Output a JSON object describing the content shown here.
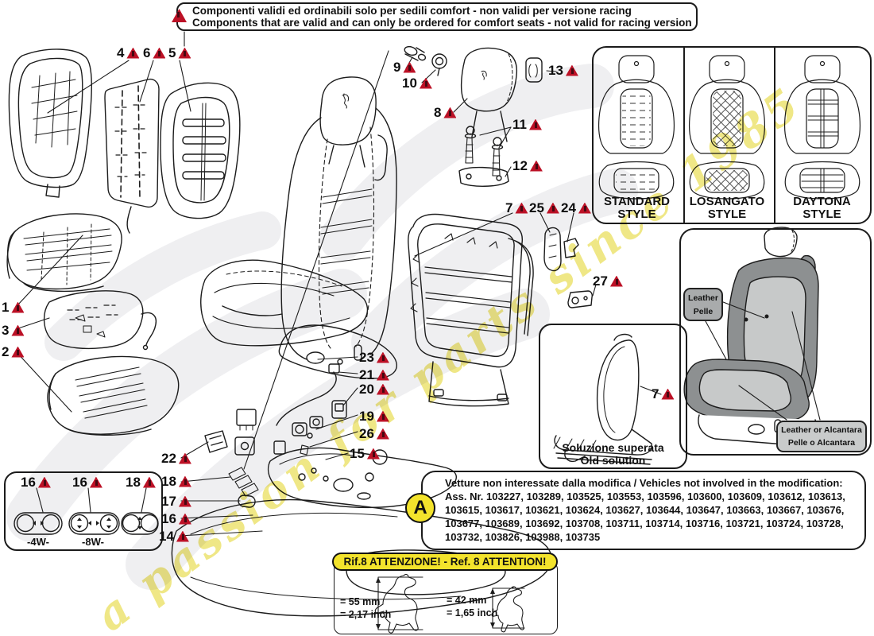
{
  "banner": {
    "line1": "Componenti validi ed ordinabili solo per sedili comfort - non validi per versione racing",
    "line2": "Components that are valid and can only be ordered for comfort seats - not valid for racing version"
  },
  "styles_box": {
    "standard_line1": "STANDARD",
    "standard_line2": "STYLE",
    "losangato_line1": "LOSANGATO",
    "losangato_line2": "STYLE",
    "daytona_line1": "DAYTONA",
    "daytona_line2": "STYLE"
  },
  "leather_box": {
    "label_dark_line1": "Leather",
    "label_dark_line2": "Pelle",
    "label_light_line1": "Leather or Alcantara",
    "label_light_line2": "Pelle o Alcantara"
  },
  "old_solution_box": {
    "title_line1": "Soluzione superata",
    "title_line2": "Old solution"
  },
  "modification_box": {
    "marker": "A",
    "lines": [
      "Vetture non interessate dalla modifica / Vehicles not involved in the modification:",
      "Ass. Nr. 103227, 103289, 103525, 103553, 103596, 103600, 103609, 103612, 103613,",
      "103615, 103617, 103621, 103624, 103627, 103644, 103647, 103663, 103667, 103676,",
      "103677, 103689, 103692, 103708, 103711, 103714, 103716, 103721, 103724, 103728,",
      "103732, 103826, 103988, 103735"
    ]
  },
  "attention_banner": {
    "text": "Rif.8 ATTENZIONE! - Ref. 8 ATTENTION!"
  },
  "measurements": {
    "m1_line1": "= 55 mm",
    "m1_line2": "= 2,17 inch",
    "m2_line1": "= 42 mm",
    "m2_line2": "= 1,65 inch"
  },
  "switch_box": {
    "cap_4w": "-4W-",
    "cap_8w": "-8W-"
  },
  "callouts": {
    "c1": "1",
    "c2": "2",
    "c3": "3",
    "c4": "4",
    "c5": "5",
    "c6": "6",
    "c7": "7",
    "c8": "8",
    "c9": "9",
    "c10": "10",
    "c11": "11",
    "c12": "12",
    "c13": "13",
    "c14": "14",
    "c15": "15",
    "c16": "16",
    "c17": "17",
    "c18": "18",
    "c19": "19",
    "c20": "20",
    "c21": "21",
    "c22": "22",
    "c23": "23",
    "c24": "24",
    "c25": "25",
    "c26": "26",
    "c27": "27",
    "c16a": "16",
    "c16b": "16",
    "c18b": "18",
    "c7old": "7"
  },
  "watermark": {
    "text": "a passion for parts since 1985"
  },
  "colors": {
    "warning_red": "#bc1126",
    "banner_yellow": "#f3e32c",
    "watermark_yellow": "#e6d83b",
    "seat_dark_gray": "#8d9091",
    "seat_light_gray": "#c7c9c9"
  }
}
